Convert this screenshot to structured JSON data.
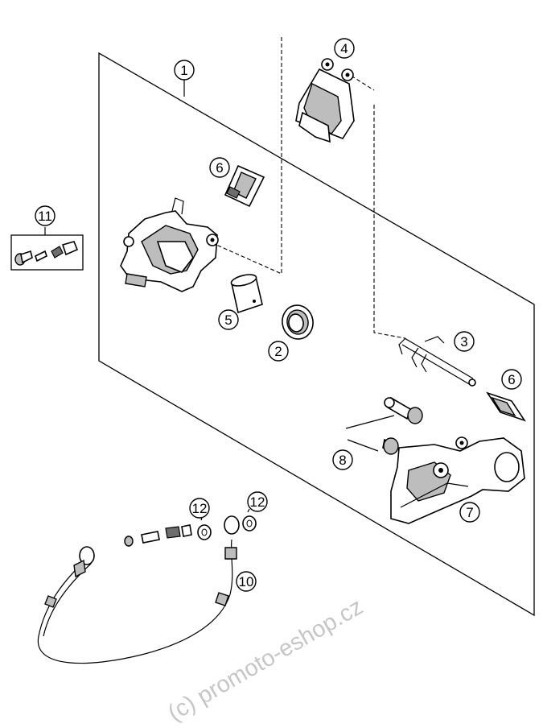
{
  "callouts": {
    "c1": "1",
    "c2": "2",
    "c3": "3",
    "c4": "4",
    "c5": "5",
    "c6a": "6",
    "c6b": "6",
    "c7": "7",
    "c8": "8",
    "c10": "10",
    "c11": "11",
    "c12a": "12",
    "c12b": "12"
  },
  "watermark": "(c) promoto-eshop.cz"
}
